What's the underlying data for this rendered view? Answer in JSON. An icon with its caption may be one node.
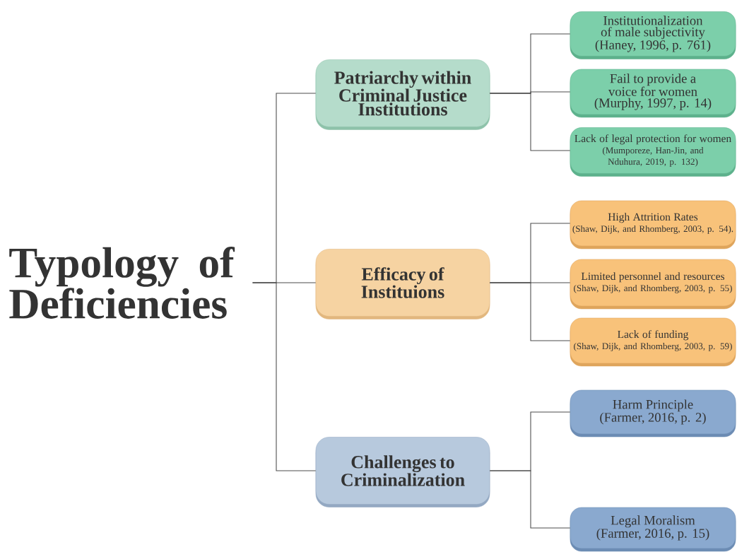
{
  "diagram": {
    "nodes": [
      {
        "text": [
          "Typology of Deficiencies"
        ]
      },
      {
        "text": [
          "Patriarchy within Criminal Justice Institutions"
        ]
      },
      {
        "text": [
          "Efficacy of Instituions"
        ]
      },
      {
        "text": [
          "Challenges to Criminalization"
        ]
      },
      {
        "text": [
          "Institutionalization of male subjectivity",
          "(Haney, 1996, p. 761)"
        ]
      },
      {
        "text": [
          "Fail to provide a voice for women",
          "(Murphy, 1997, p. 14)"
        ]
      },
      {
        "text": [
          "Lack of legal protection for women",
          "(Mumporeze, Han-Jin, and Nduhura, 2019, p. 132)"
        ]
      },
      {
        "text": [
          "High Attrition Rates",
          "(Shaw, Dijk, and Rhomberg, 2003, p. 54)."
        ]
      },
      {
        "text": [
          "Limited personnel and resources",
          "(Shaw, Dijk, and Rhomberg, 2003, p. 55)"
        ]
      },
      {
        "text": [
          "Lack of funding",
          "(Shaw, Dijk, and Rhomberg, 2003, p. 59)"
        ]
      },
      {
        "text": [
          "Harm Principle",
          "(Farmer, 2016, p. 2)"
        ]
      },
      {
        "text": [
          "Legal Moralism",
          "(Farmer, 2016, p. 15)"
        ]
      }
    ],
    "edges": [
      {
        "from": 0,
        "to": 1,
        "arrow": "none"
      },
      {
        "from": 0,
        "to": 2,
        "arrow": "none"
      },
      {
        "from": 0,
        "to": 3,
        "arrow": "none"
      },
      {
        "from": 1,
        "to": 4,
        "arrow": "none"
      },
      {
        "from": 1,
        "to": 5,
        "arrow": "none"
      },
      {
        "from": 1,
        "to": 6,
        "arrow": "none"
      },
      {
        "from": 2,
        "to": 7,
        "arrow": "none"
      },
      {
        "from": 2,
        "to": 8,
        "arrow": "none"
      },
      {
        "from": 2,
        "to": 9,
        "arrow": "none"
      },
      {
        "from": 3,
        "to": 10,
        "arrow": "none"
      },
      {
        "from": 3,
        "to": 11,
        "arrow": "none"
      }
    ]
  }
}
